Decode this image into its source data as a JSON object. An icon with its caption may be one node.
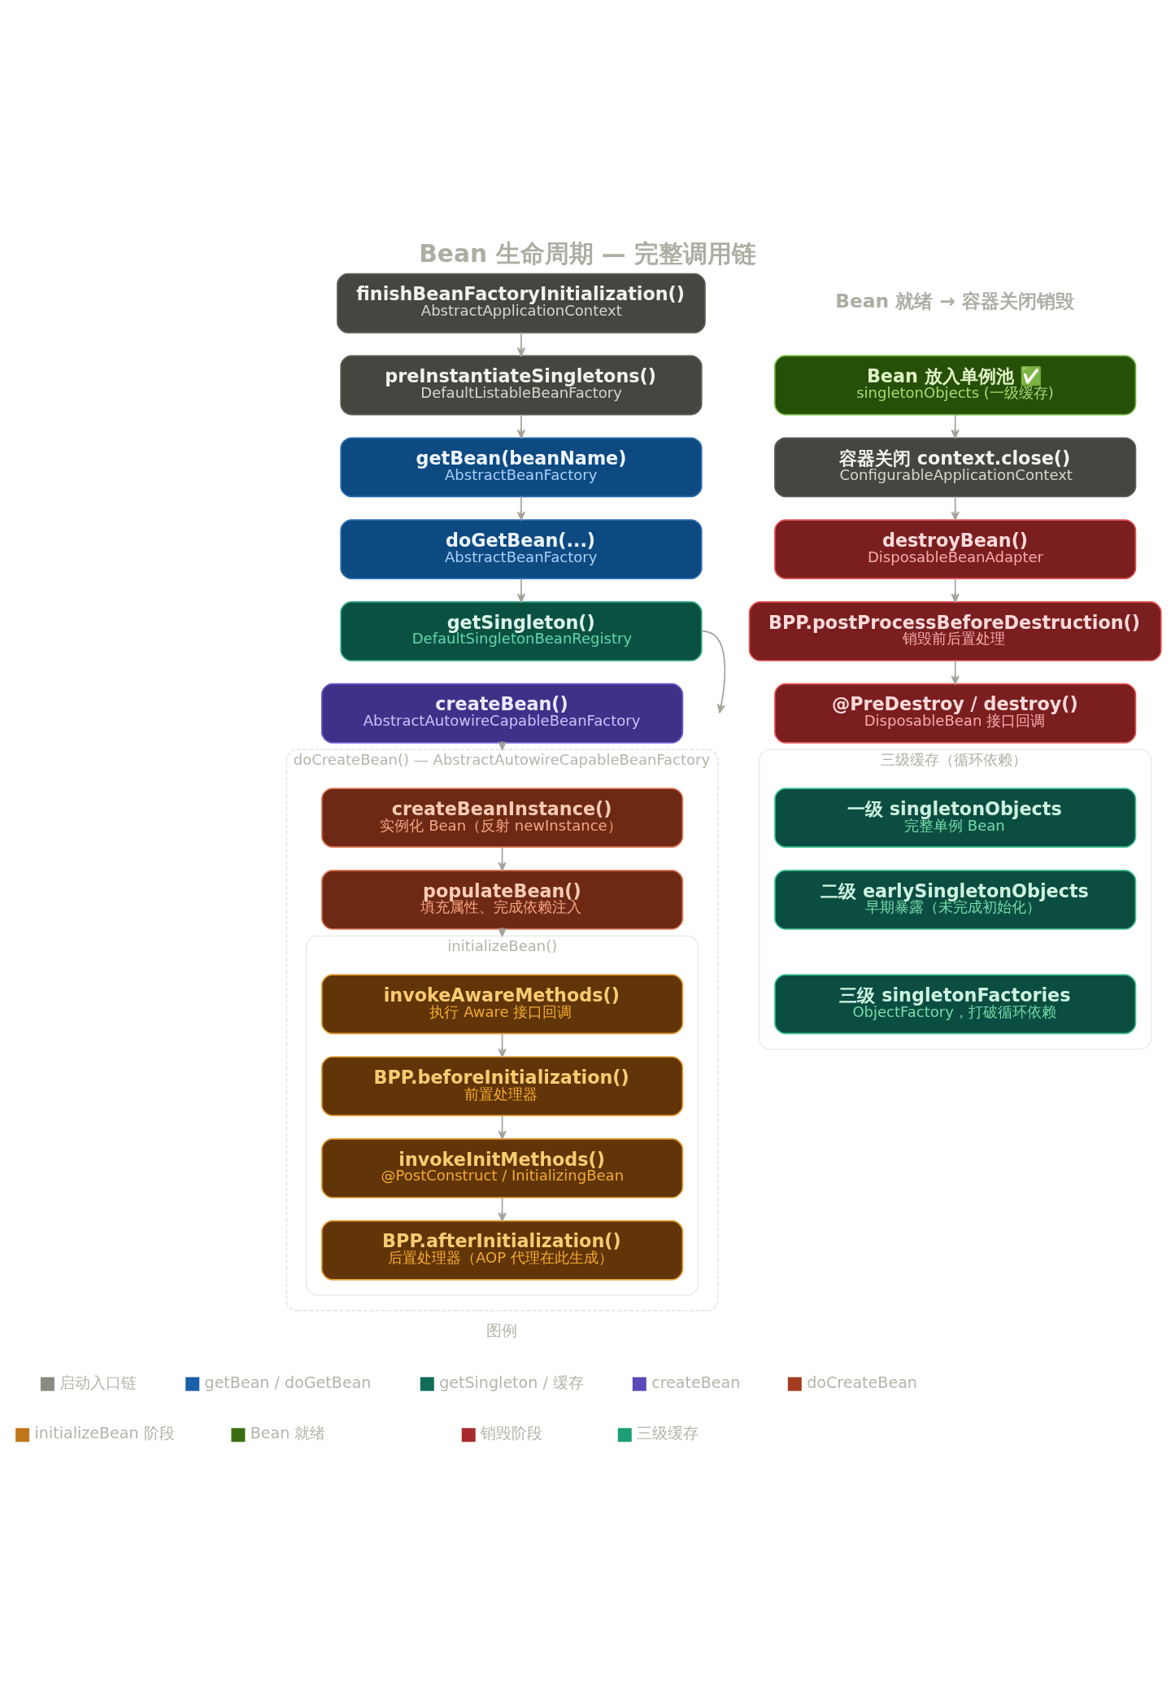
{
  "diagram": {
    "title": "Bean 生命周期 — 完整调用链",
    "nodes": [
      {
        "text": [
          "finishBeanFactoryInitialization()",
          "AbstractApplicationContext"
        ]
      },
      {
        "text": [
          "preInstantiateSingletons()",
          "DefaultListableBeanFactory"
        ]
      },
      {
        "text": [
          "getBean(beanName)",
          "AbstractBeanFactory"
        ]
      },
      {
        "text": [
          "doGetBean(...)",
          "AbstractBeanFactory"
        ]
      },
      {
        "text": [
          "getSingleton()",
          "DefaultSingletonBeanRegistry"
        ]
      },
      {
        "text": [
          "createBean()",
          "AbstractAutowireCapableBeanFactory"
        ]
      },
      {
        "text": [
          "doCreateBean() — AbstractAutowireCapableBeanFactory"
        ]
      },
      {
        "text": [
          "createBeanInstance()",
          "实例化 Bean（反射 newInstance）"
        ],
        "in": 6
      },
      {
        "text": [
          "populateBean()",
          "填充属性、完成依赖注入"
        ],
        "in": 6
      },
      {
        "text": [
          "initializeBean()"
        ],
        "in": 6
      },
      {
        "text": [
          "invokeAwareMethods()",
          "执行 Aware 接口回调"
        ],
        "in": 9
      },
      {
        "text": [
          "BPP.beforeInitialization()",
          "前置处理器"
        ],
        "in": 9
      },
      {
        "text": [
          "invokeInitMethods()",
          "@PostConstruct / InitializingBean"
        ],
        "in": 9
      },
      {
        "text": [
          "BPP.afterInitialization()",
          "后置处理器（AOP 代理在此生成）"
        ],
        "in": 9
      },
      {
        "text": [
          "Bean 放入单例池 ✅",
          "singletonObjects (一级缓存)"
        ]
      },
      {
        "text": [
          "容器关闭 context.close()",
          "ConfigurableApplicationContext"
        ]
      },
      {
        "text": [
          "destroyBean()",
          "DisposableBeanAdapter"
        ]
      },
      {
        "text": [
          "BPP.postProcessBeforeDestruction()",
          "销毁前后置处理"
        ]
      },
      {
        "text": [
          "@PreDestroy / destroy()",
          "DisposableBean 接口回调"
        ]
      },
      {
        "text": [
          "三级缓存（循环依赖）"
        ]
      },
      {
        "text": [
          "一级 singletonObjects",
          "完整单例 Bean"
        ],
        "in": 19
      },
      {
        "text": [
          "二级 earlySingletonObjects",
          "早期暴露（未完成初始化）"
        ],
        "in": 19
      },
      {
        "text": [
          "三级 singletonFactories",
          "ObjectFactory，打破循环依赖"
        ],
        "in": 19
      }
    ],
    "edges": [
      {
        "from": 0,
        "to": 1,
        "arrow": "to"
      },
      {
        "from": 1,
        "to": 2,
        "arrow": "to"
      },
      {
        "from": 2,
        "to": 3,
        "arrow": "to"
      },
      {
        "from": 3,
        "to": 4,
        "arrow": "to"
      },
      {
        "from": 4,
        "to": null,
        "arrow": "to"
      },
      {
        "from": 5,
        "to": 6,
        "arrow": "to"
      },
      {
        "from": 7,
        "to": 8,
        "arrow": "to"
      },
      {
        "from": 8,
        "to": 9,
        "arrow": "to"
      },
      {
        "from": 10,
        "to": 11,
        "arrow": "to"
      },
      {
        "from": 11,
        "to": 12,
        "arrow": "to"
      },
      {
        "from": 12,
        "to": 13,
        "arrow": "to"
      },
      {
        "from": 14,
        "to": 15,
        "arrow": "to"
      },
      {
        "from": 15,
        "to": 16,
        "arrow": "to"
      },
      {
        "from": 16,
        "to": 17,
        "arrow": "to"
      },
      {
        "from": 17,
        "to": 18,
        "arrow": "to"
      }
    ],
    "labels": [
      "Bean 就绪 → 容器关闭销毁",
      "图例"
    ],
    "legend": [
      {
        "text": "启动入口链",
        "color": "#8a8a82"
      },
      {
        "text": "getBean / doGetBean",
        "color": "#1a5fa8"
      },
      {
        "text": "getSingleton / 缓存",
        "color": "#0f6e55"
      },
      {
        "text": "createBean",
        "color": "#5b4ab8"
      },
      {
        "text": "doCreateBean",
        "color": "#a33c1e"
      },
      {
        "text": "initializeBean 阶段",
        "color": "#c0771a"
      },
      {
        "text": "Bean 就绪",
        "color": "#3b6e14"
      },
      {
        "text": "销毁阶段",
        "color": "#a82a2c"
      },
      {
        "text": "三级缓存",
        "color": "#1c9e76"
      }
    ]
  }
}
